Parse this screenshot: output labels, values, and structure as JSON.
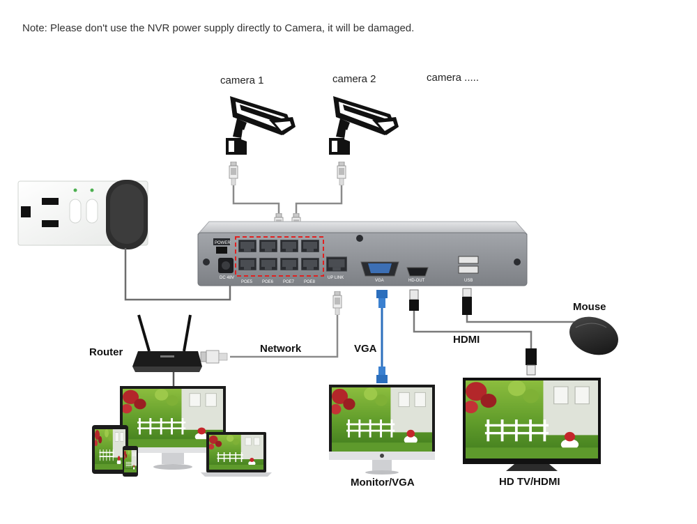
{
  "note": "Note: Please don't use the NVR power supply directly to Camera, it will be damaged.",
  "cameras": [
    {
      "label": "camera 1",
      "icon": "security-camera-icon"
    },
    {
      "label": "camera 2",
      "icon": "security-camera-icon"
    },
    {
      "label": "camera ....."
    }
  ],
  "nvr": {
    "power_label": "POWER",
    "dc_label": "DC 48V",
    "poe_labels": [
      "POE5",
      "POE6",
      "POE7",
      "POE8"
    ],
    "uplink_label": "UP LINK",
    "vga_label": "VGA",
    "hdmi_label": "HD-OUT",
    "usb_label": "USB"
  },
  "connections": {
    "router": "Router",
    "network": "Network",
    "vga": "VGA",
    "hdmi": "HDMI",
    "mouse": "Mouse"
  },
  "displays": {
    "monitor": "Monitor/VGA",
    "tv": "HD TV/HDMI"
  },
  "colors": {
    "nvr_body": "#c9cbce",
    "nvr_face": "#8d9095",
    "cable": "#7a7a7a",
    "vga_blue": "#2c6fbd",
    "poe_highlight": "#e02020",
    "screen_green": "#6aa834"
  }
}
